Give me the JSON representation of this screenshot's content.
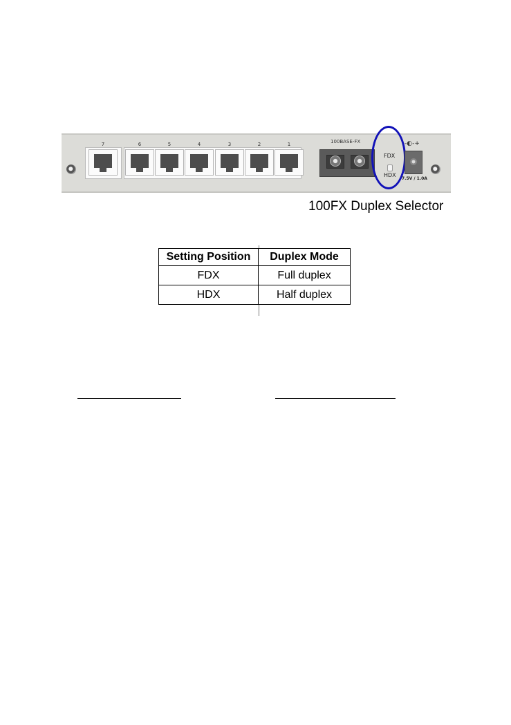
{
  "panel": {
    "port_numbers": [
      "7",
      "6",
      "5",
      "4",
      "3",
      "2",
      "1"
    ],
    "fx_label": "100BASE-FX",
    "fdx_label": "FDX",
    "hdx_label": "HDX",
    "power_symbol": "-◐-+",
    "power_rating": "7.5V / 1.0A",
    "highlight_color": "#1212b8"
  },
  "caption": "100FX Duplex Selector",
  "table": {
    "headers": [
      "Setting Position",
      "Duplex Mode"
    ],
    "rows": [
      [
        "FDX",
        "Full duplex"
      ],
      [
        "HDX",
        "Half duplex"
      ]
    ]
  }
}
